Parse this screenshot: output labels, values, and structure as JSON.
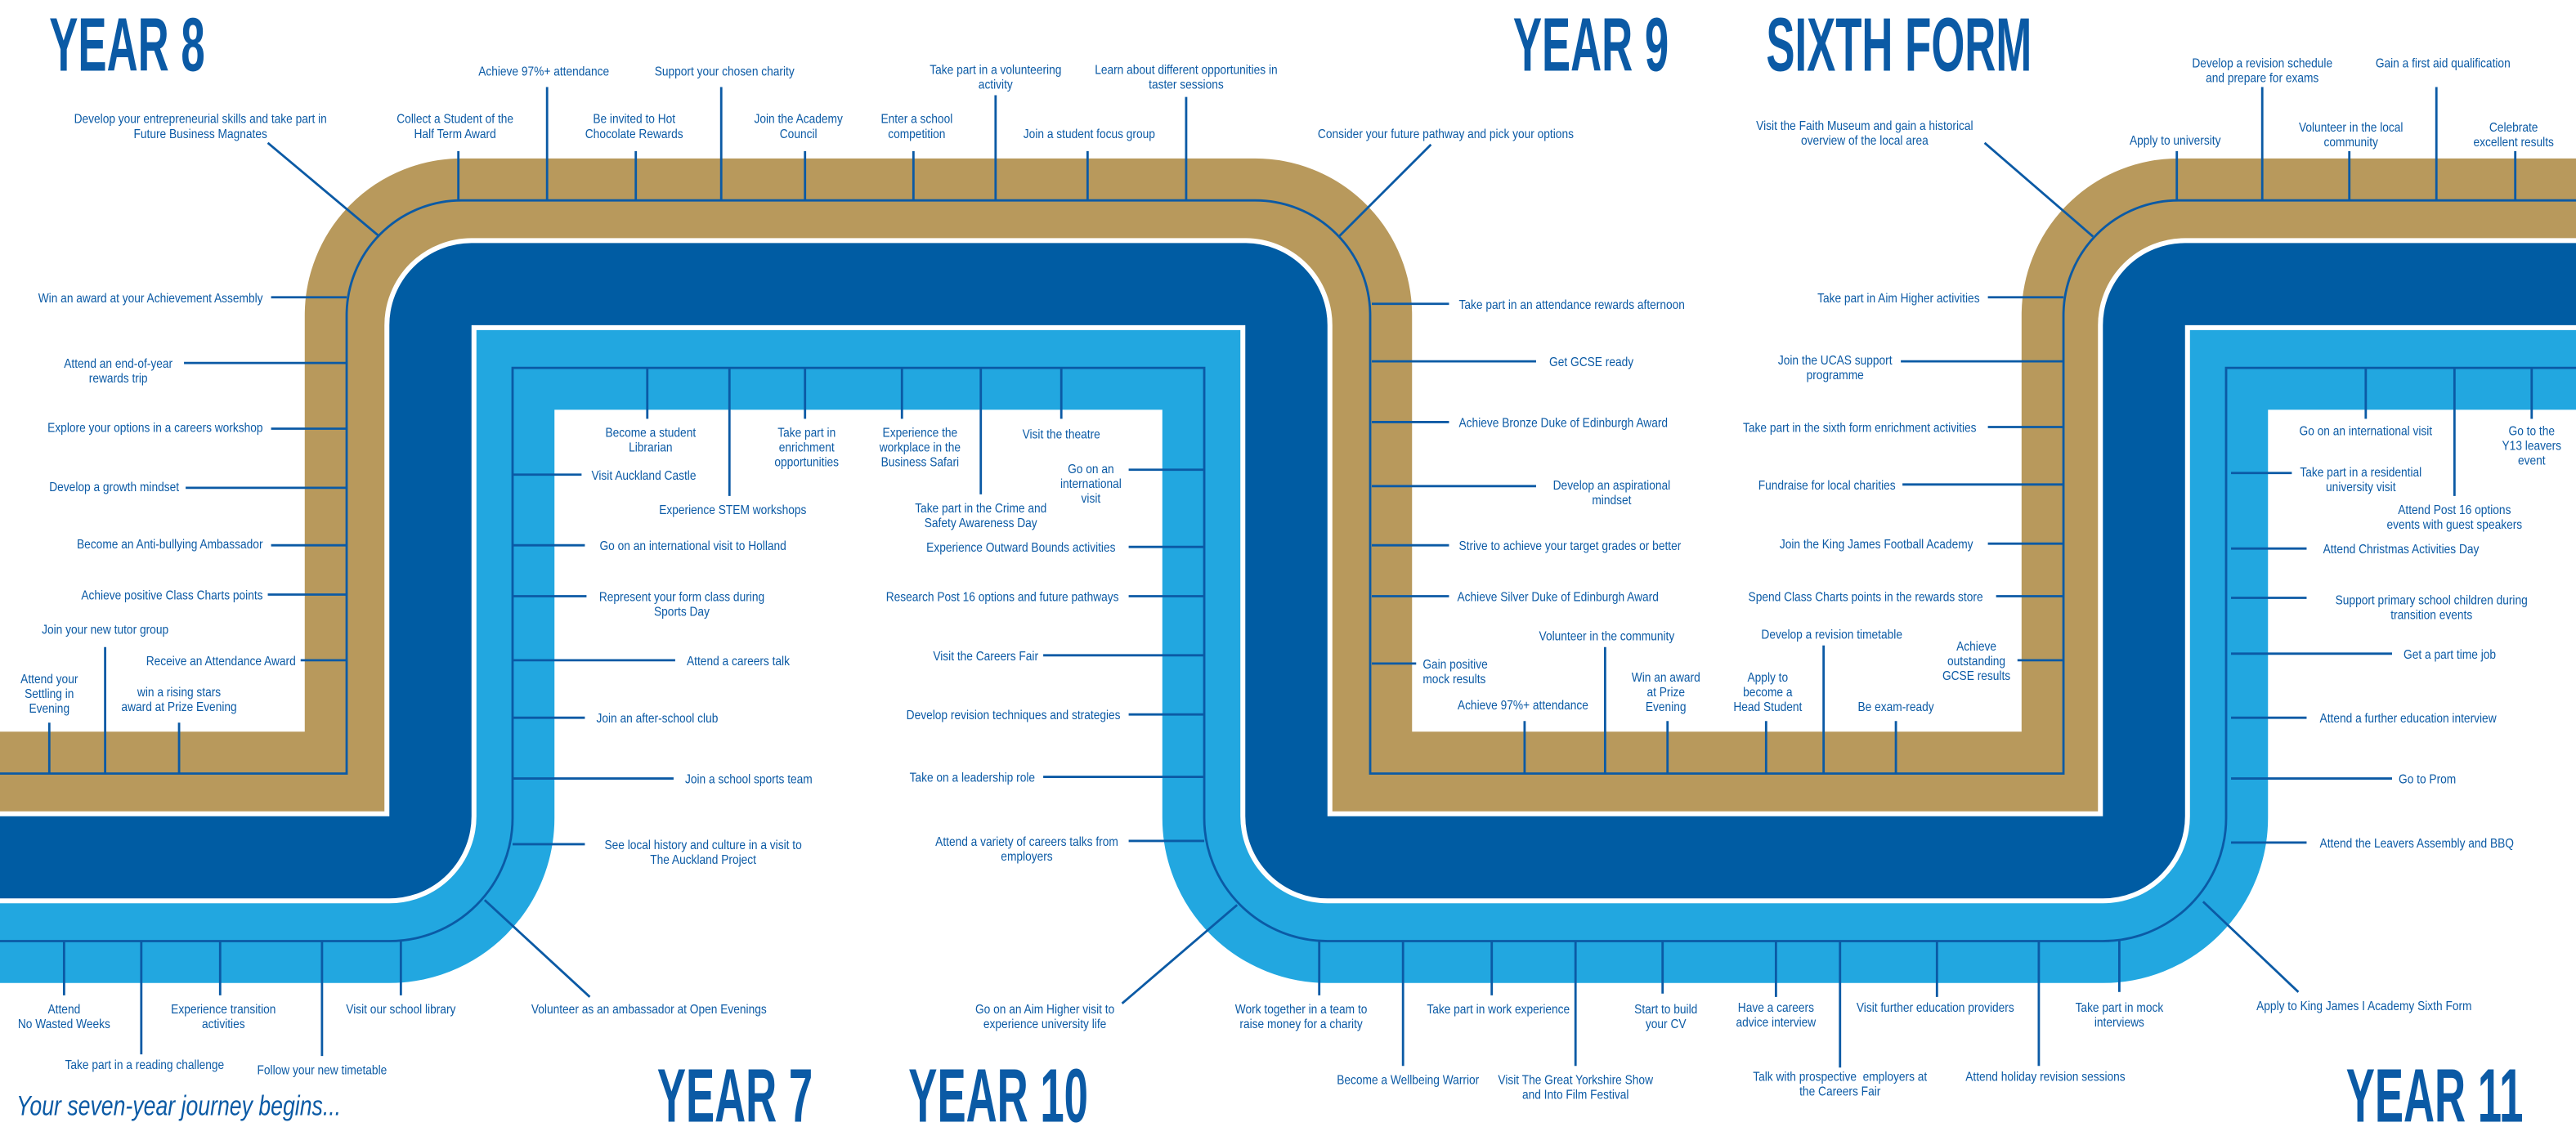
{
  "titles": {
    "year8": "YEAR 8",
    "year9": "YEAR 9",
    "sixth_form": "SIXTH FORM",
    "year7": "YEAR 7",
    "year10": "YEAR 10",
    "year11": "YEAR 11"
  },
  "tagline": "Your seven-year journey begins...",
  "colors": {
    "gold": "#b8995c",
    "dark_blue": "#005ca3",
    "light_blue": "#22a7e0",
    "text": "#0b5aa5"
  },
  "year8": {
    "items": [
      "Develop your entrepreneurial skills and take part in\nFuture Business Magnates",
      "Collect a Student of the\nHalf Term Award",
      "Achieve 97%+ attendance",
      "Be invited to Hot\nChocolate Rewards",
      "Support your chosen charity",
      "Join the Academy\nCouncil",
      "Enter a school\ncompetition",
      "Take part in a volunteering\nactivity",
      "Join a student focus group",
      "Learn about different opportunities in\ntaster sessions",
      "Win an award at your Achievement Assembly",
      "Attend an end-of-year\nrewards trip",
      "Explore your options in a careers workshop",
      "Develop a growth mindset",
      "Become an Anti-bullying Ambassador",
      "Achieve positive Class Charts points",
      "Join your new tutor group",
      "Receive an Attendance Award",
      "Attend your\nSettling in\nEvening",
      "win a rising stars\naward at Prize Evening"
    ]
  },
  "year7": {
    "items": [
      "Attend\nNo Wasted Weeks",
      "Take part in a reading challenge",
      "Experience transition\nactivities",
      "Follow your new timetable",
      "Visit our school library",
      "Volunteer as an ambassador at Open Evenings",
      "Visit Auckland Castle",
      "Go on an international visit to Holland",
      "Represent your form class during\nSports Day",
      "Attend a careers talk",
      "Join an after-school club",
      "Join a school sports team",
      "See local history and culture in a visit to\nThe Auckland Project"
    ]
  },
  "year10": {
    "items": [
      "Become a student\nLibrarian",
      "Experience STEM workshops",
      "Take part in\nenrichment\nopportunities",
      "Experience the\nworkplace in the\nBusiness Safari",
      "Take part in the Crime and\nSafety Awareness Day",
      "Visit the theatre",
      "Go on an\ninternational\nvisit",
      "Experience Outward Bounds activities",
      "Research Post 16 options and future pathways",
      "Visit the Careers Fair",
      "Develop revision techniques and strategies",
      "Take on a leadership role",
      "Attend a variety of careers talks from\nemployers",
      "Go on an Aim Higher visit to\nexperience university life",
      "Work together in a team to\nraise money for a charity",
      "Become a Wellbeing Warrior",
      "Take part in work experience",
      "Visit The Great Yorkshire Show\nand Into Film Festival",
      "Start to build\nyour CV"
    ]
  },
  "year11": {
    "items": [
      "Have a careers\nadvice interview",
      "Talk with prospective  employers at\nthe Careers Fair",
      "Visit further education providers",
      "Attend holiday revision sessions",
      "Take part in mock\ninterviews",
      "Apply to King James I Academy Sixth Form"
    ]
  },
  "year9": {
    "items": [
      "Consider your future pathway and pick your options",
      "Take part in an attendance rewards afternoon",
      "Get GCSE ready",
      "Achieve Bronze Duke of Edinburgh Award",
      "Develop an aspirational\nmindset",
      "Strive to achieve your target grades or better",
      "Achieve Silver Duke of Edinburgh Award",
      "Gain positive\nmock results",
      "Achieve 97%+ attendance",
      "Volunteer in the community",
      "Win an award\nat Prize\nEvening",
      "Apply to\nbecome a\nHead Student",
      "Develop a revision timetable",
      "Be exam-ready",
      "Achieve\noutstanding\nGCSE results"
    ]
  },
  "sixth_form": {
    "items": [
      "Visit the Faith Museum and gain a historical\noverview of the local area",
      "Apply to university",
      "Develop a revision schedule\nand prepare for exams",
      "Volunteer in the local\ncommunity",
      "Gain a first aid qualification",
      "Celebrate\nexcellent results",
      "Take part in Aim Higher activities",
      "Join the UCAS support\nprogramme",
      "Take part in the sixth form enrichment activities",
      "Fundraise for local charities",
      "Join the King James Football Academy",
      "Spend Class Charts points in the rewards store",
      "Support primary school children during\ntransition events",
      "Get a part time job",
      "Attend a further education interview",
      "Go to Prom",
      "Attend the Leavers Assembly and BBQ",
      "Go on an international visit",
      "Go to the\nY13 leavers\nevent",
      "Take part in a residential\nuniversity visit",
      "Attend Post 16 options\nevents with guest speakers",
      "Attend Christmas Activities Day"
    ]
  }
}
